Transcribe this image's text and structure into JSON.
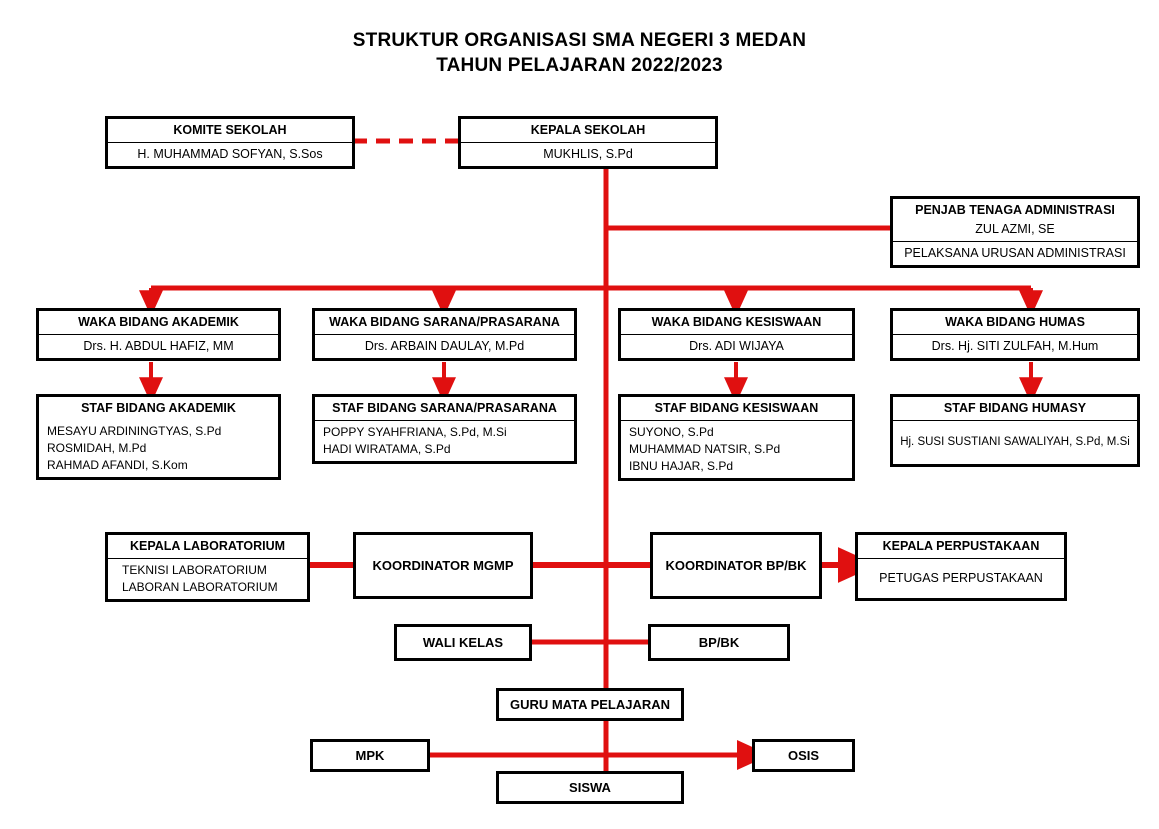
{
  "title": {
    "line1": "STRUKTUR ORGANISASI SMA NEGERI 3 MEDAN",
    "line2": "TAHUN PELAJARAN 2022/2023"
  },
  "colors": {
    "connector": "#E01010",
    "box_border": "#000000",
    "background": "#FFFFFF",
    "text": "#000000"
  },
  "nodes": {
    "komite": {
      "header": "KOMITE SEKOLAH",
      "name": "H. MUHAMMAD SOFYAN, S.Sos"
    },
    "kepala_sekolah": {
      "header": "KEPALA SEKOLAH",
      "name": "MUKHLIS, S.Pd"
    },
    "penjab_tenaga_administrasi": {
      "header": "PENJAB TENAGA ADMINISTRASI",
      "name": "ZUL AZMI, SE",
      "sub": "PELAKSANA URUSAN ADMINISTRASI"
    },
    "waka_akademik": {
      "header": "WAKA BIDANG AKADEMIK",
      "name": "Drs. H. ABDUL HAFIZ, MM"
    },
    "waka_sarana": {
      "header": "WAKA BIDANG SARANA/PRASARANA",
      "name": "Drs. ARBAIN DAULAY, M.Pd"
    },
    "waka_kesiswaan": {
      "header": "WAKA BIDANG KESISWAAN",
      "name": "Drs. ADI WIJAYA"
    },
    "waka_humas": {
      "header": "WAKA BIDANG HUMAS",
      "name": "Drs. Hj. SITI ZULFAH, M.Hum"
    },
    "staf_akademik": {
      "header": "STAF BIDANG AKADEMIK",
      "members": [
        "MESAYU ARDININGTYAS, S.Pd",
        "ROSMIDAH, M.Pd",
        "RAHMAD AFANDI, S.Kom"
      ]
    },
    "staf_sarana": {
      "header": "STAF BIDANG SARANA/PRASARANA",
      "members": [
        "POPPY SYAHFRIANA, S.Pd, M.Si",
        "HADI WIRATAMA, S.Pd"
      ]
    },
    "staf_kesiswaan": {
      "header": "STAF BIDANG KESISWAAN",
      "members": [
        "SUYONO, S.Pd",
        "MUHAMMAD NATSIR, S.Pd",
        "IBNU HAJAR, S.Pd"
      ]
    },
    "staf_humasy": {
      "header": "STAF BIDANG HUMASY",
      "member": "Hj. SUSI SUSTIANI SAWALIYAH, S.Pd, M.Si"
    },
    "kepala_laboratorium": {
      "header": "KEPALA LABORATORIUM",
      "members": [
        "TEKNISI LABORATORIUM",
        "LABORAN LABORATORIUM"
      ]
    },
    "koordinator_mgmp": {
      "label": "KOORDINATOR MGMP"
    },
    "koordinator_bpbk": {
      "label": "KOORDINATOR BP/BK"
    },
    "kepala_perpustakaan": {
      "header": "KEPALA PERPUSTAKAAN",
      "sub": "PETUGAS PERPUSTAKAAN"
    },
    "wali_kelas": {
      "label": "WALI KELAS"
    },
    "bpbk": {
      "label": "BP/BK"
    },
    "guru_mata_pelajaran": {
      "label": "GURU MATA PELAJARAN"
    },
    "mpk": {
      "label": "MPK"
    },
    "osis": {
      "label": "OSIS"
    },
    "siswa": {
      "label": "SISWA"
    }
  }
}
